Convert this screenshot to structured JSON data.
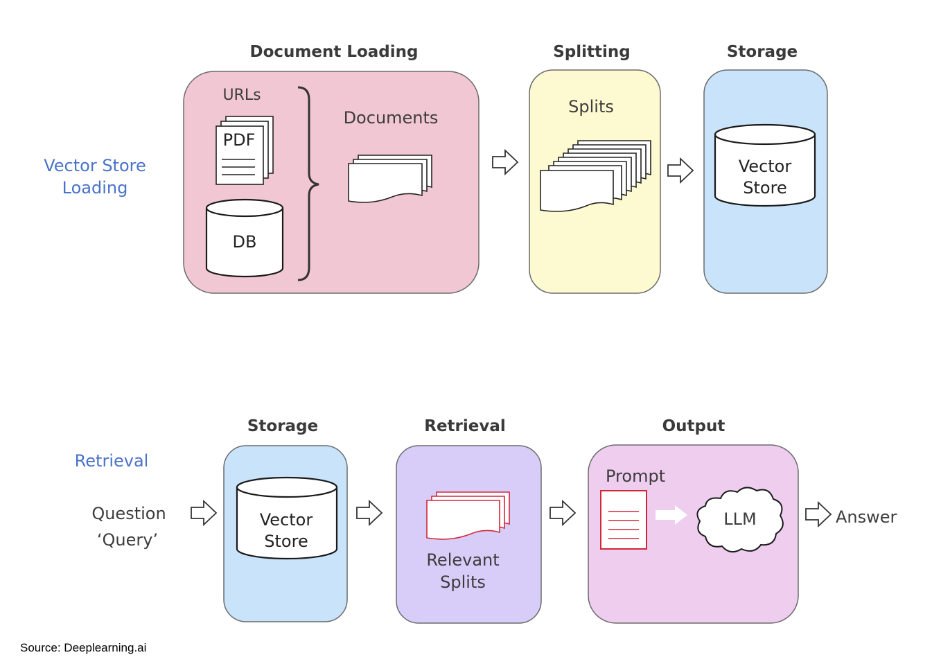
{
  "colors": {
    "document_loading": "#f2c7d4",
    "splitting": "#fdfad2",
    "storage": "#c9e3fa",
    "retrieval": "#d8cdf8",
    "output": "#efcdee",
    "row_label": "#4a72c8",
    "prompt_red": "#d0283a"
  },
  "top_row": {
    "label_line1": "Vector Store",
    "label_line2": "Loading",
    "document_loading": {
      "heading": "Document Loading",
      "urls": "URLs",
      "pdf": "PDF",
      "db": "DB",
      "documents": "Documents"
    },
    "splitting": {
      "heading": "Splitting",
      "splits": "Splits"
    },
    "storage": {
      "heading": "Storage",
      "store_line1": "Vector",
      "store_line2": "Store"
    }
  },
  "bottom_row": {
    "label": "Retrieval",
    "question_line1": "Question",
    "question_line2": "‘Query’",
    "storage": {
      "heading": "Storage",
      "store_line1": "Vector",
      "store_line2": "Store"
    },
    "retrieval": {
      "heading": "Retrieval",
      "line1": "Relevant",
      "line2": "Splits"
    },
    "output": {
      "heading": "Output",
      "prompt": "Prompt",
      "llm": "LLM"
    },
    "answer": "Answer"
  },
  "source": "Source: Deeplearning.ai",
  "icons": [
    "right-arrow-icon",
    "pdf-document-icon",
    "database-icon",
    "document-stack-icon",
    "cloud-icon",
    "brace-icon"
  ]
}
